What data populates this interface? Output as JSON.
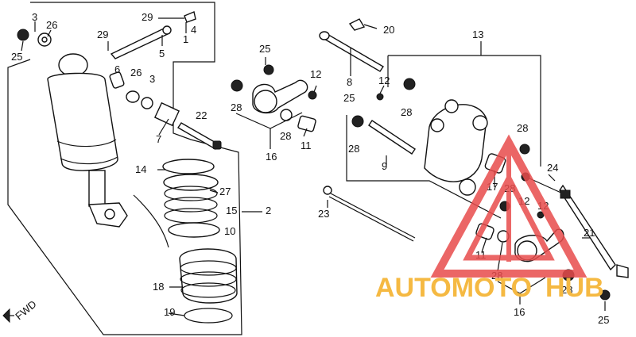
{
  "fwd_label": "FWD",
  "watermark": {
    "part1": "AUTOMOTO",
    "part2": "HUB"
  },
  "parts": [
    "3",
    "26",
    "25",
    "29",
    "4",
    "1",
    "29",
    "5",
    "6",
    "26",
    "3",
    "7",
    "22",
    "14",
    "27",
    "15",
    "2",
    "10",
    "18",
    "19",
    "25",
    "28",
    "28",
    "16",
    "12",
    "11",
    "20",
    "8",
    "12",
    "25",
    "28",
    "13",
    "28",
    "9",
    "28",
    "17",
    "28",
    "12",
    "24",
    "12",
    "23",
    "11",
    "28",
    "16",
    "21",
    "28",
    "25"
  ]
}
